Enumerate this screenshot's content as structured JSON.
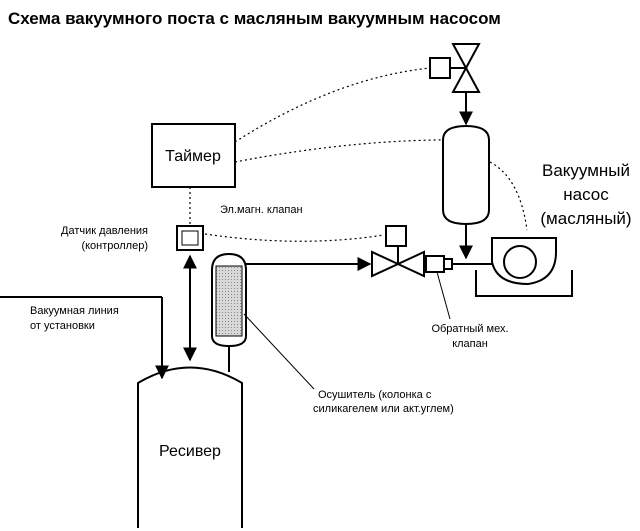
{
  "title": "Схема вакуумного поста с масляным вакуумным насосом",
  "labels": {
    "timer": "Таймер",
    "solenoid_valve": "Эл.магн. клапан",
    "pressure_sensor_line1": "Датчик давления",
    "pressure_sensor_line2": "(контроллер)",
    "vacuum_line_line1": "Вакуумная линия",
    "vacuum_line_line2": "от установки",
    "receiver": "Ресивер",
    "check_valve_line1": "Обратный мех.",
    "check_valve_line2": "клапан",
    "dryer_line1": "Осушитель (колонка с",
    "dryer_line2": "силикагелем или акт.углем)",
    "pump_line1": "Вакуумный",
    "pump_line2": "насос",
    "pump_line3": "(масляный)"
  }
}
